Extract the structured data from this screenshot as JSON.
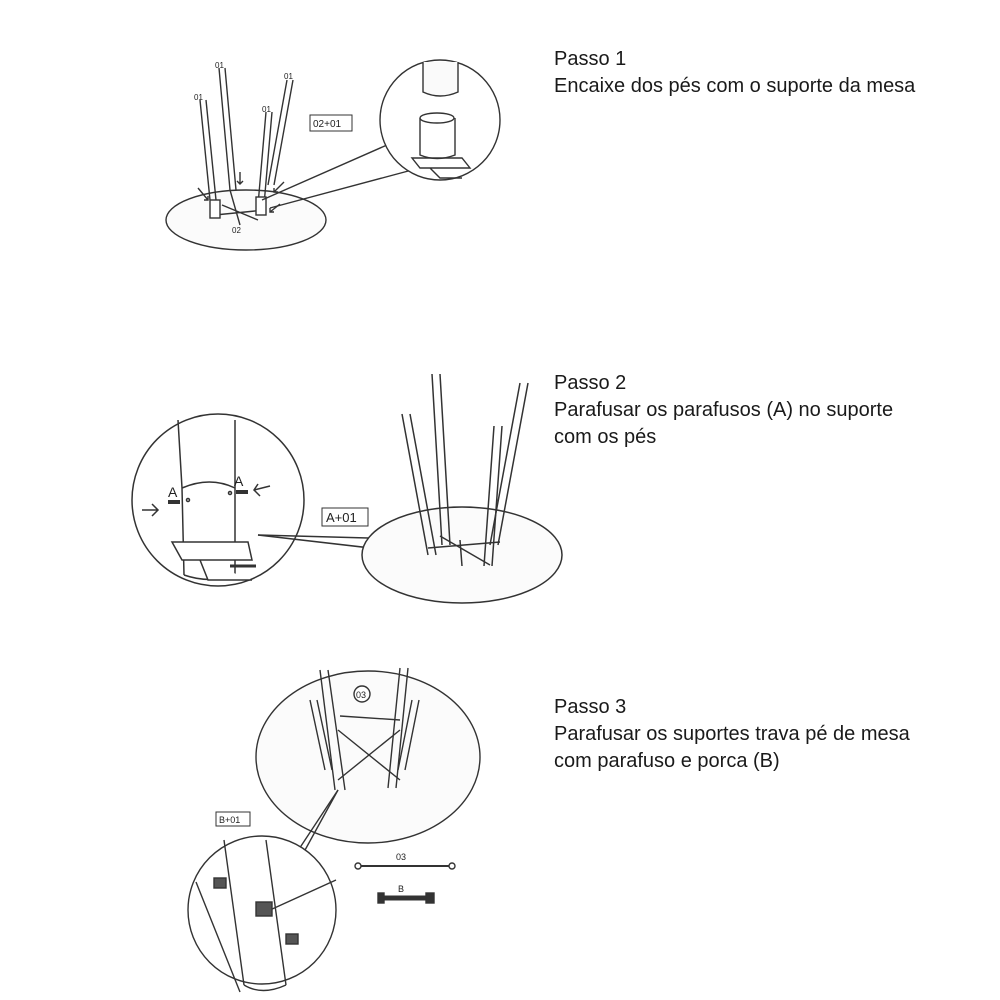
{
  "steps": [
    {
      "title": "Passo 1",
      "lines": [
        "Encaixe dos pés com o suporte da mesa"
      ],
      "figure": {
        "labels": {
          "part_a": "01",
          "part_b": "02",
          "combo": "02+01"
        }
      }
    },
    {
      "title": "Passo 2",
      "lines": [
        "Parafusar os parafusos (A) no suporte",
        "com os pés"
      ],
      "figure": {
        "labels": {
          "screw": "A",
          "combo": "A+01"
        }
      }
    },
    {
      "title": "Passo 3",
      "lines": [
        "Parafusar os suportes trava pé de mesa",
        "com parafuso e porca (B)"
      ],
      "figure": {
        "labels": {
          "brace": "03",
          "bolt": "B",
          "combo": "B+01"
        }
      }
    }
  ]
}
